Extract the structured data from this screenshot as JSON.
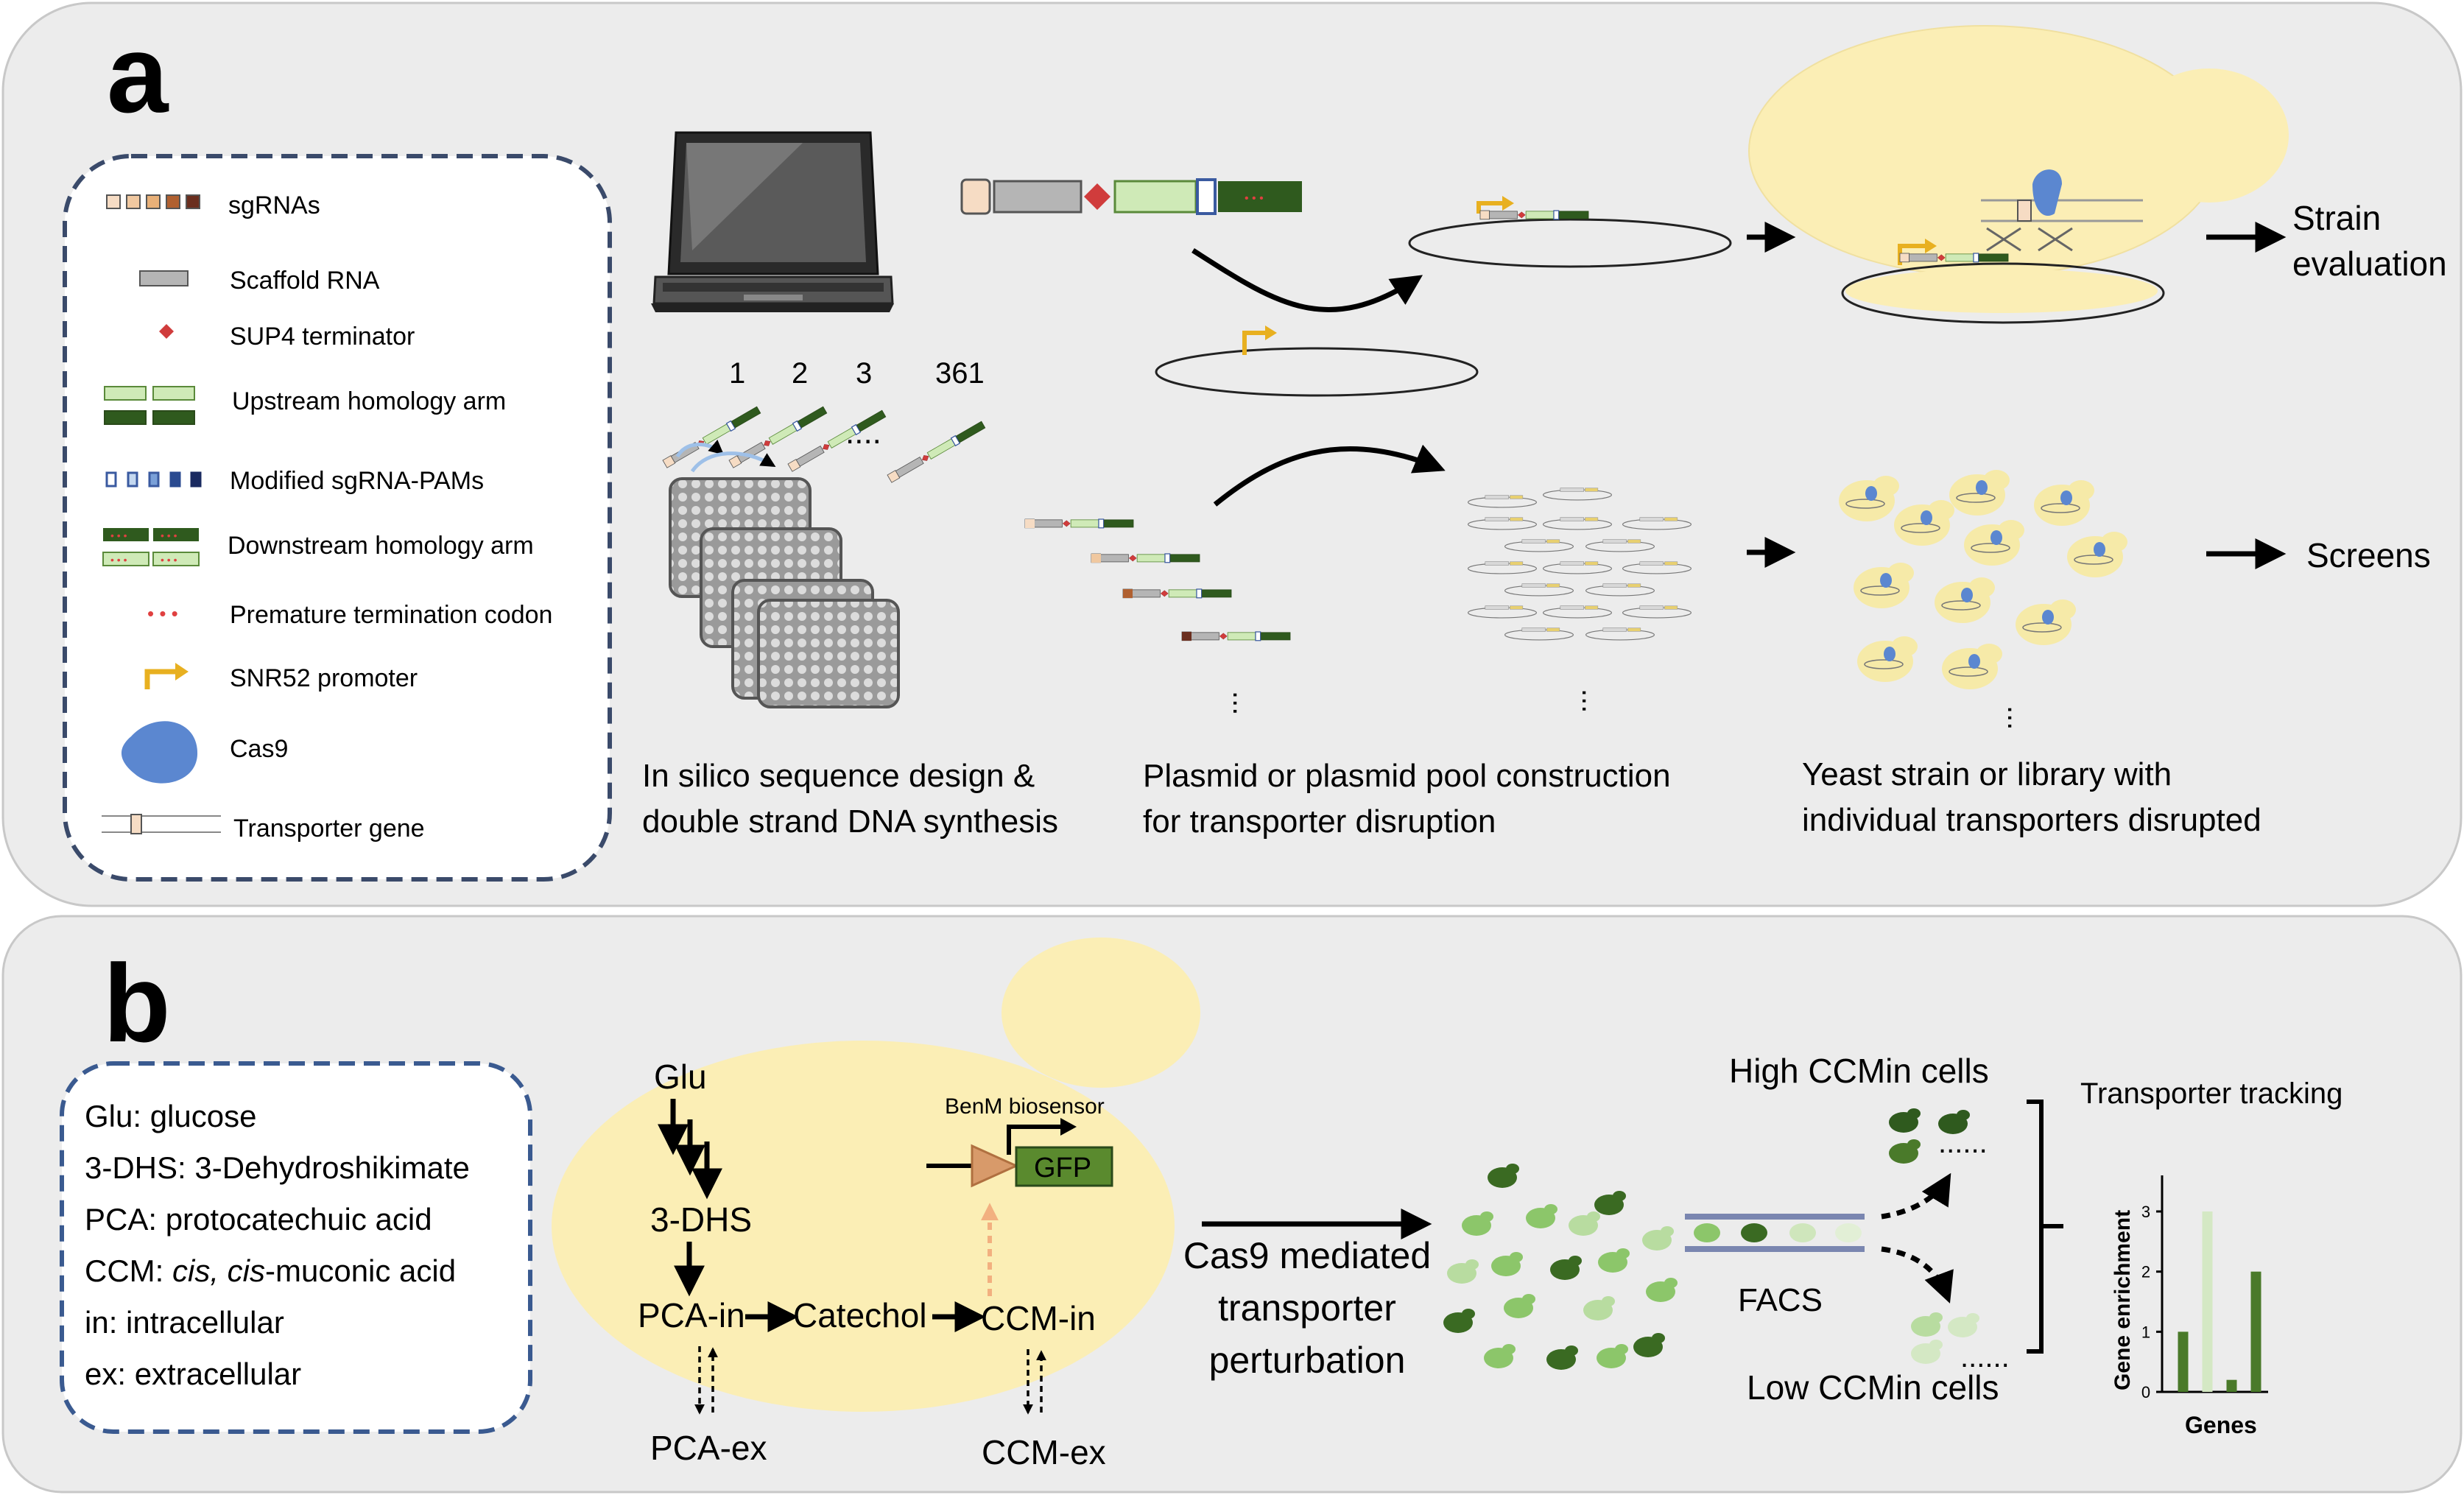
{
  "panel_a": {
    "letter": "a",
    "legend": [
      "sgRNAs",
      "Scaffold RNA",
      "SUP4 terminator",
      "Upstream homology arm",
      "Modified sgRNA-PAMs",
      "Downstream homology arm",
      "Premature termination codon",
      "SNR52 promoter",
      "Cas9",
      "Transporter gene"
    ],
    "oligo_numbers": [
      "1",
      "2",
      "3",
      "361"
    ],
    "ellipsis": "....",
    "step1": [
      "In silico sequence design &",
      "double strand DNA synthesis"
    ],
    "step2": [
      "Plasmid or plasmid pool construction",
      "for transporter disruption"
    ],
    "step3": [
      "Yeast strain or library with",
      "individual transporters disrupted"
    ],
    "outcome_top": [
      "Strain",
      "evaluation"
    ],
    "outcome_bottom": "Screens"
  },
  "panel_b": {
    "letter": "b",
    "legend": [
      {
        "term": "Glu",
        "definition": "glucose"
      },
      {
        "term": "3-DHS",
        "definition": "3-Dehydroshikimate"
      },
      {
        "term": "PCA",
        "definition": "protocatechuic acid"
      },
      {
        "term": "CCM",
        "definition_italic": "cis, cis",
        "definition_rest": "-muconic acid"
      },
      {
        "term": "in",
        "definition": "intracellular"
      },
      {
        "term": "ex",
        "definition": "extracellular"
      }
    ],
    "pathway": {
      "glu": "Glu",
      "dhs": "3-DHS",
      "pca_in": "PCA-in",
      "catechol": "Catechol",
      "ccm_in": "CCM-in",
      "pca_ex": "PCA-ex",
      "ccm_ex": "CCM-ex",
      "biosensor": "BenM biosensor",
      "gfp": "GFP"
    },
    "perturbation": [
      "Cas9 mediated",
      "transporter",
      "perturbation"
    ],
    "facs": "FACS",
    "high_cells": "High CCMin cells",
    "low_cells": "Low CCMin cells",
    "dots": "......",
    "tracking": "Transporter tracking"
  },
  "chart_data": {
    "type": "bar",
    "xlabel": "Genes",
    "ylabel": "Gene enrichment",
    "yticks": [
      "0",
      "1",
      "2",
      "3"
    ],
    "ylim": [
      0,
      3.6
    ],
    "values": [
      1,
      3,
      0.2,
      2
    ],
    "colors": [
      "#4a7a2a",
      "#d4e8c4",
      "#4a7a2a",
      "#4a7a2a"
    ]
  },
  "colors": {
    "panel_bg": "#ececec",
    "yeast": "#fbeeb5",
    "dark_green": "#2f5a1e",
    "light_green": "#cfeab7",
    "mid_green": "#8cc66a",
    "cas9": "#5b87d0",
    "legend_border": "#3a4a6a"
  }
}
